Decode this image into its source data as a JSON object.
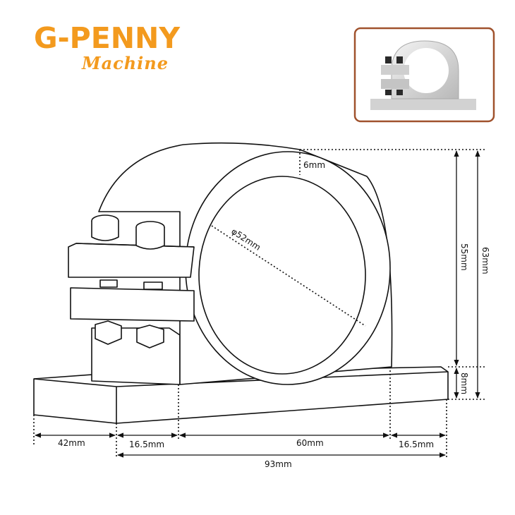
{
  "brand": {
    "title": "G-PENNY",
    "subtitle": "Machine",
    "color": "#f39a1e"
  },
  "photo": {
    "frame_color": "#a0522d"
  },
  "dimensions": {
    "top_thickness": "6mm",
    "inner_diameter": "φ52mm",
    "center_height": "55mm",
    "total_height": "63mm",
    "base_thickness": "8mm",
    "base_depth": "42mm",
    "left_flange": "16.5mm",
    "clamp_width": "60mm",
    "right_flange": "16.5mm",
    "total_width": "93mm"
  }
}
